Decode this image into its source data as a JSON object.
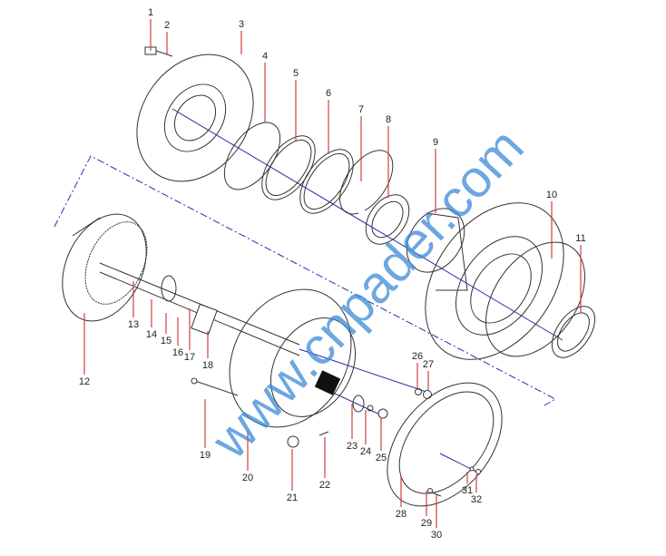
{
  "labels": [
    "1",
    "2",
    "3",
    "4",
    "5",
    "6",
    "7",
    "8",
    "9",
    "10",
    "11",
    "12",
    "13",
    "14",
    "15",
    "16",
    "17",
    "18",
    "19",
    "20",
    "21",
    "22",
    "23",
    "24",
    "25",
    "26",
    "27",
    "28",
    "29",
    "30",
    "31",
    "32"
  ],
  "watermark": "www.cnpader.com",
  "colors": {
    "leader": "#d04040",
    "axis": "#2a2aa8",
    "watermark": "#3d8ad6"
  }
}
